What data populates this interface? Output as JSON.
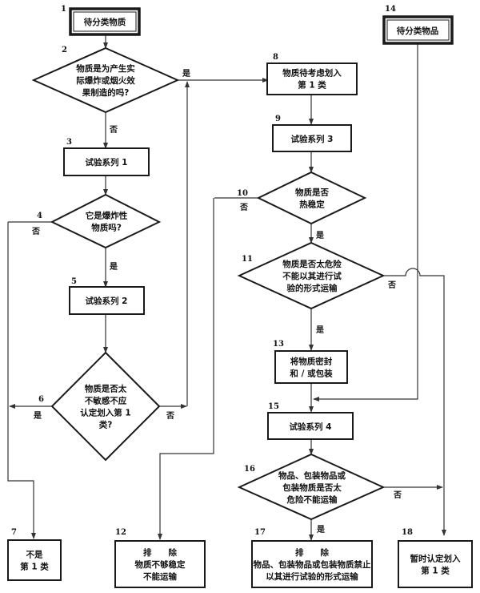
{
  "nodes": {
    "n1": {
      "num": "1",
      "lines": [
        "待分类物质"
      ]
    },
    "n2": {
      "num": "2",
      "lines": [
        "物质是为产生实",
        "际爆炸或烟火效",
        "果制造的吗?"
      ]
    },
    "n3": {
      "num": "3",
      "lines": [
        "试验系列 1"
      ]
    },
    "n4": {
      "num": "4",
      "lines": [
        "它是爆炸性",
        "物质吗?"
      ]
    },
    "n5": {
      "num": "5",
      "lines": [
        "试验系列 2"
      ]
    },
    "n6": {
      "num": "6",
      "lines": [
        "物质是否太",
        "不敏感不应",
        "认定划入第 1",
        "类?"
      ]
    },
    "n7": {
      "num": "7",
      "lines": [
        "不是",
        "第 1 类"
      ]
    },
    "n8": {
      "num": "8",
      "lines": [
        "物质待考虑划入",
        "第 1 类"
      ]
    },
    "n9": {
      "num": "9",
      "lines": [
        "试验系列 3"
      ]
    },
    "n10": {
      "num": "10",
      "lines": [
        "物质是否",
        "热稳定"
      ]
    },
    "n11": {
      "num": "11",
      "lines": [
        "物质是否太危险",
        "不能以其进行试",
        "验的形式运输"
      ]
    },
    "n12": {
      "num": "12",
      "lines": [
        "排　　除",
        "物质不够稳定",
        "不能运输"
      ]
    },
    "n13": {
      "num": "13",
      "lines": [
        "将物质密封",
        "和 / 或包装"
      ]
    },
    "n14": {
      "num": "14",
      "lines": [
        "待分类物品"
      ]
    },
    "n15": {
      "num": "15",
      "lines": [
        "试验系列 4"
      ]
    },
    "n16": {
      "num": "16",
      "lines": [
        "物品、包装物品或",
        "包装物质是否太",
        "危险不能运输"
      ]
    },
    "n17": {
      "num": "17",
      "lines": [
        "排　　除",
        "物品、包装物品或包装物质禁止",
        "以其进行试验的形式运输"
      ]
    },
    "n18": {
      "num": "18",
      "lines": [
        "暂时认定划入",
        "第 1 类"
      ]
    }
  },
  "edge_labels": {
    "yes": "是",
    "no": "否"
  }
}
